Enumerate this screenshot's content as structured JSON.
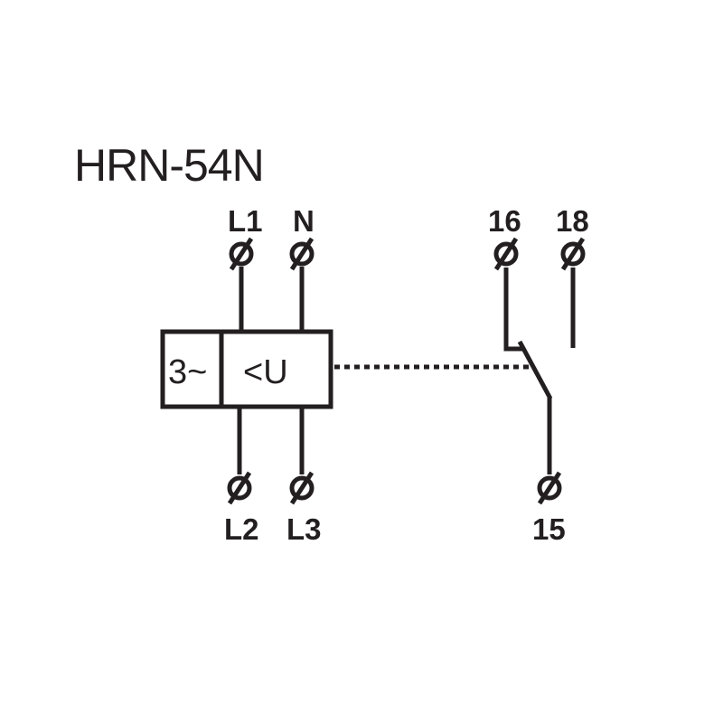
{
  "title": "HRN-54N",
  "terminals": {
    "l1": "L1",
    "n": "N",
    "l2": "L2",
    "l3": "L3",
    "t16": "16",
    "t18": "18",
    "t15": "15"
  },
  "box": {
    "supply": "3~",
    "function": "<U"
  },
  "colors": {
    "ink": "#231f20",
    "background": "#ffffff"
  }
}
